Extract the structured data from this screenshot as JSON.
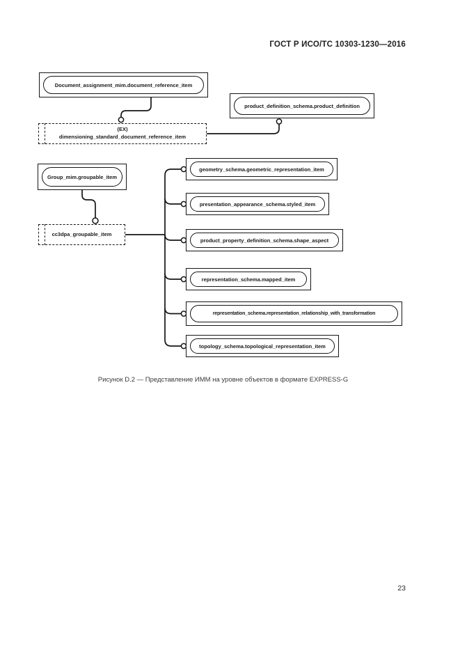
{
  "page": {
    "header_title": "ГОСТ Р ИСО/ТС 10303-1230—2016",
    "page_number": "23"
  },
  "diagram": {
    "caption": "Рисунок D.2 — Представление ИММ на уровне объектов в формате EXPRESS-G",
    "nodes": {
      "document_reference_item": {
        "label": "Document_assignment_mim.document_reference_item"
      },
      "product_definition": {
        "label": "product_definition_schema.product_definition"
      },
      "dimensioning_standard": {
        "line1": "(EX)",
        "line2": "dimensioning_standard_document_reference_item"
      },
      "group_mim": {
        "label": "Group_mim.groupable_item"
      },
      "cc3dpa": {
        "label": "cc3dpa_groupable_item"
      }
    },
    "targets": [
      {
        "label": "geometry_schema.geometric_representation_item"
      },
      {
        "label": "presentation_appearance_schema.styled_item"
      },
      {
        "label": "product_property_definition_schema.shape_aspect"
      },
      {
        "label": "representation_schema.mapped_item"
      },
      {
        "label": "representation_schema.representation_relationship_with_transformation"
      },
      {
        "label": "topology_schema.topological_representation_item"
      }
    ],
    "colors": {
      "line": "#151515",
      "text": "#1a1a1a"
    }
  }
}
